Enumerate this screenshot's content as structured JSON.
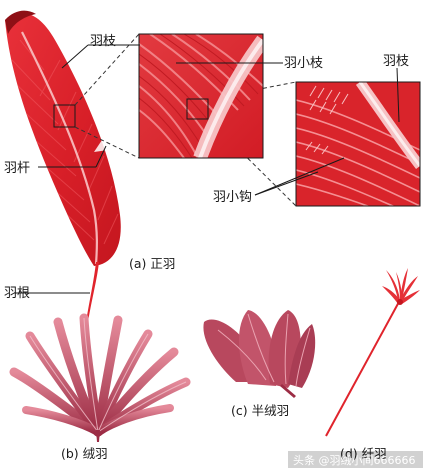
{
  "labels": {
    "yu_zhi_top": "羽枝",
    "yu_xiao_zhi": "羽小枝",
    "yu_zhi_right": "羽枝",
    "yu_gan": "羽杆",
    "yu_xiao_gou": "羽小钩",
    "yu_gen": "羽根"
  },
  "captions": {
    "a": "(a) 正羽",
    "b": "(b)  绒羽",
    "c": "(c) 半绒羽",
    "d": "(d) 纤羽"
  },
  "watermark": "头条 @羽绒小间666666",
  "colors": {
    "feather_red": "#e0242c",
    "feather_dark": "#b3141c",
    "feather_light": "#f26a6e",
    "down_pink": "#b8485e",
    "down_light": "#e48a9a",
    "line": "#222222"
  }
}
